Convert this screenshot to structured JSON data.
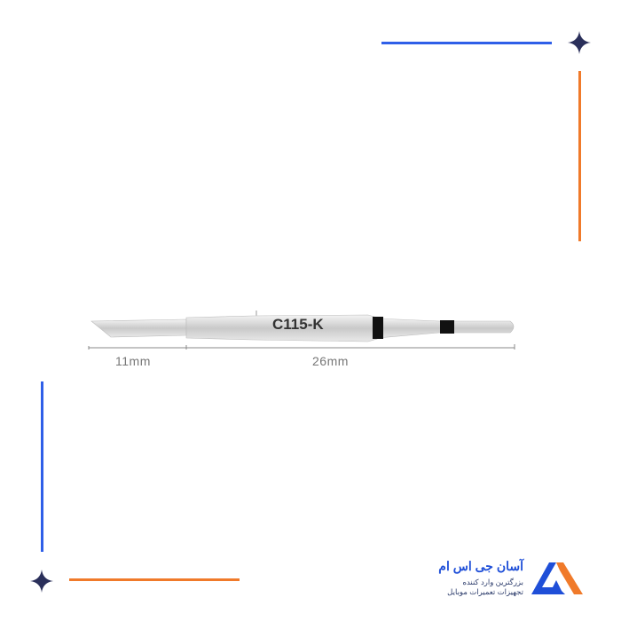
{
  "product": {
    "model": "C115-K",
    "dimensions": [
      {
        "label": "11mm"
      },
      {
        "label": "26mm"
      }
    ]
  },
  "brand": {
    "name": "آسان جی اس ام",
    "tagline_1": "بزرگترین وارد کننده",
    "tagline_2": "تجهیزات تعمیرات موبایل"
  },
  "colors": {
    "blue": "#2f5fe8",
    "orange": "#f07a2a",
    "star": "#2a2f5a"
  }
}
